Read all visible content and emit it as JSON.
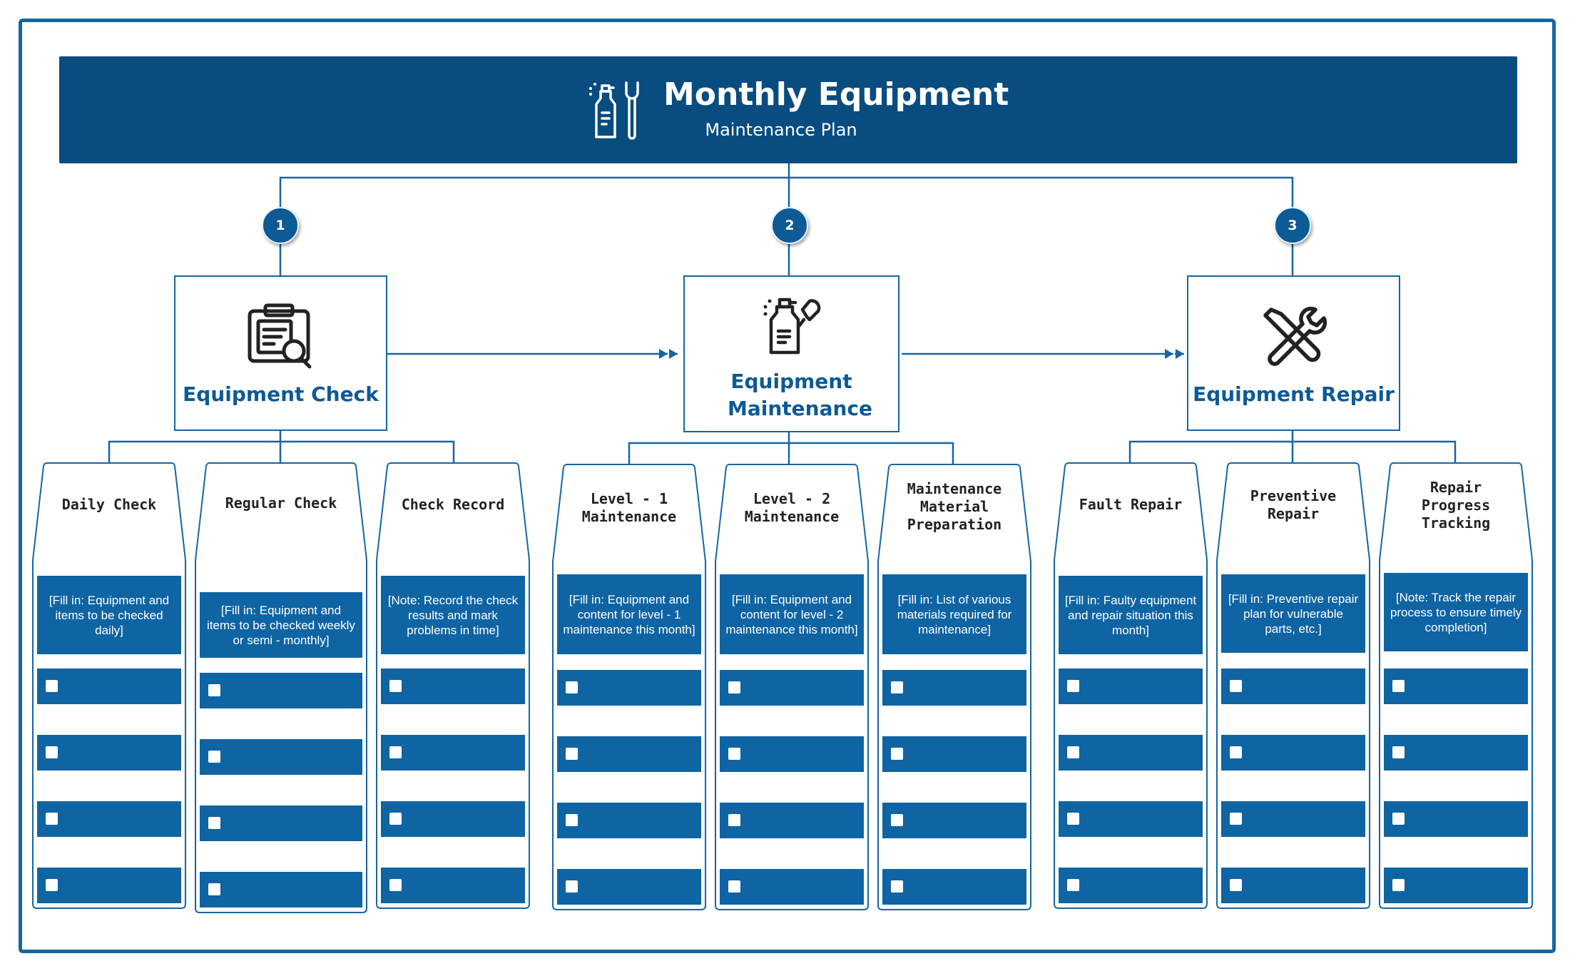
{
  "header": {
    "title": "Monthly Equipment",
    "subtitle": "Maintenance Plan",
    "icon": "maintenance-tools-icon"
  },
  "colors": {
    "frame": "#1565a6",
    "banner": "#084c80",
    "accent": "#0f64a3",
    "stage_title": "#0c5a96"
  },
  "stages": [
    {
      "number": "1",
      "title": "Equipment Check",
      "icon": "clipboard-search-icon",
      "columns": [
        {
          "title": "Daily Check",
          "note": "[Fill in: Equipment and items to be checked daily]"
        },
        {
          "title": "Regular Check",
          "note": "[Fill in: Equipment and items to be checked weekly or semi - monthly]"
        },
        {
          "title": "Check Record",
          "note": "[Note: Record the check results and mark problems in time]"
        }
      ]
    },
    {
      "number": "2",
      "title": "Equipment Maintenance",
      "icon": "spray-bottle-wrench-icon",
      "columns": [
        {
          "title": "Level - 1 Maintenance",
          "note": "[Fill in: Equipment and content for level - 1 maintenance this month]"
        },
        {
          "title": "Level - 2 Maintenance",
          "note": "[Fill in: Equipment and content for level - 2 maintenance this month]"
        },
        {
          "title": "Maintenance Material Preparation",
          "note": "[Fill in: List of various materials required for maintenance]"
        }
      ]
    },
    {
      "number": "3",
      "title": "Equipment Repair",
      "icon": "crossed-tools-icon",
      "columns": [
        {
          "title": "Fault Repair",
          "note": "[Fill in: Faulty equipment and repair situation this month]"
        },
        {
          "title": "Preventive Repair",
          "note": "[Fill in: Preventive repair plan for vulnerable parts, etc.]"
        },
        {
          "title": "Repair Progress Tracking",
          "note": "[Note: Track the repair process to ensure timely completion]"
        }
      ]
    }
  ]
}
